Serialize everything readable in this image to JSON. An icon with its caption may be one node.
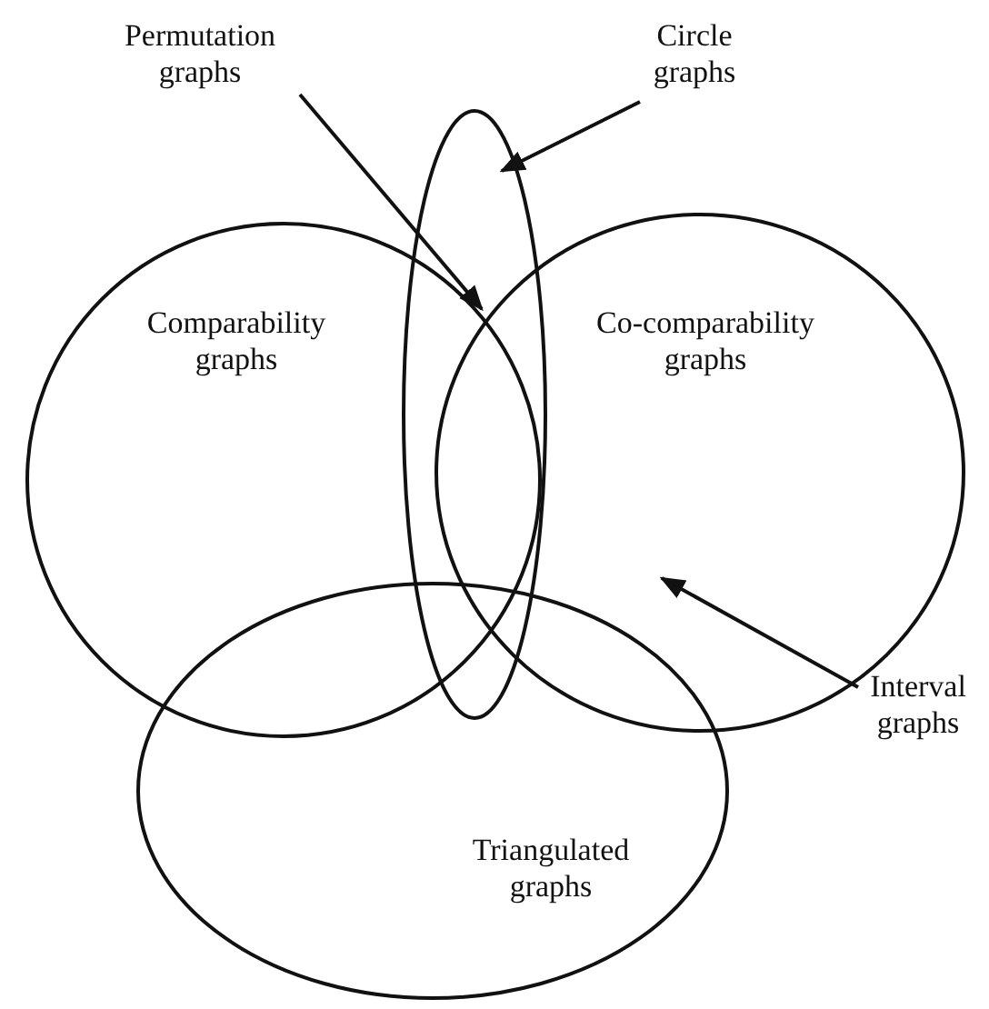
{
  "diagram": {
    "nodes": [
      {
        "text": [
          "Comparability graphs"
        ]
      },
      {
        "text": [
          "Co-comparability graphs"
        ]
      },
      {
        "text": [
          "Triangulated graphs"
        ]
      },
      {
        "text": [],
        "shape": "ellipse"
      },
      {
        "text": [
          "Permutation graphs"
        ]
      },
      {
        "text": [
          "Circle graphs"
        ]
      },
      {
        "text": [
          "Interval graphs"
        ]
      }
    ],
    "edges": [
      {
        "from": 4,
        "to": 3,
        "arrow": "to"
      },
      {
        "from": 5,
        "to": 3,
        "arrow": "to"
      },
      {
        "from": 6,
        "to": 1,
        "arrow": "to"
      }
    ]
  }
}
